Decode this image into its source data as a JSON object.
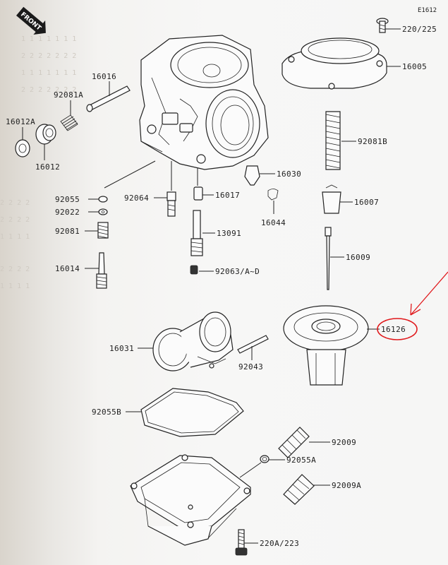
{
  "document_id": "E1612",
  "front_badge": "FRONT",
  "parts": {
    "p220_225": "220/225",
    "p16005": "16005",
    "p16016": "16016",
    "p92081A": "92081A",
    "p16012A": "16012A",
    "p16012": "16012",
    "p92081B": "92081B",
    "p16030": "16030",
    "p92055": "92055",
    "p92064": "92064",
    "p16017": "16017",
    "p92022": "92022",
    "p16044": "16044",
    "p16007": "16007",
    "p92081": "92081",
    "p13091": "13091",
    "p16014": "16014",
    "p16009": "16009",
    "p92063": "92063/A~D",
    "p16126": "16126",
    "p16031": "16031",
    "p92043": "92043",
    "p92055B": "92055B",
    "p92009": "92009",
    "p92055A": "92055A",
    "p92009A": "92009A",
    "p220A_223": "220A/223"
  },
  "annotation": {
    "highlighted_part": "16126",
    "color": "#e0191c"
  }
}
